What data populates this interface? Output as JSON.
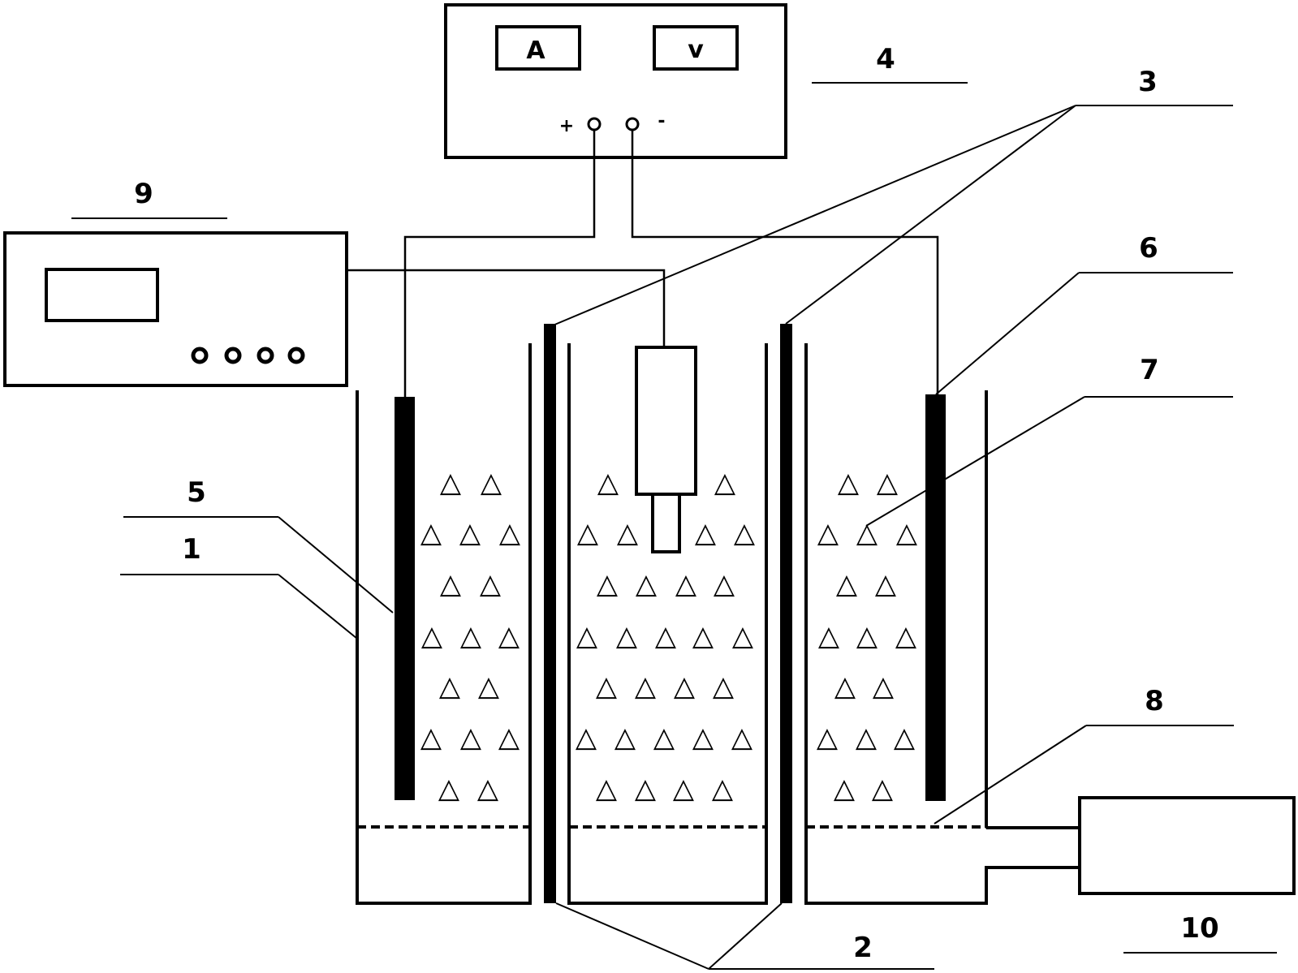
{
  "meters": {
    "ammeter": "A",
    "voltmeter": "v"
  },
  "terminals": {
    "positive": "+",
    "negative": "-"
  },
  "labels": {
    "l1": "1",
    "l2": "2",
    "l3": "3",
    "l4": "4",
    "l5": "5",
    "l6": "6",
    "l7": "7",
    "l8": "8",
    "l9": "9",
    "l10": "10"
  },
  "particle_symbol": "△",
  "particle_counts": {
    "left_chamber": 17,
    "middle_chamber": 29,
    "right_chamber": 17
  },
  "colors": {
    "line": "#000000",
    "background": "#ffffff"
  }
}
